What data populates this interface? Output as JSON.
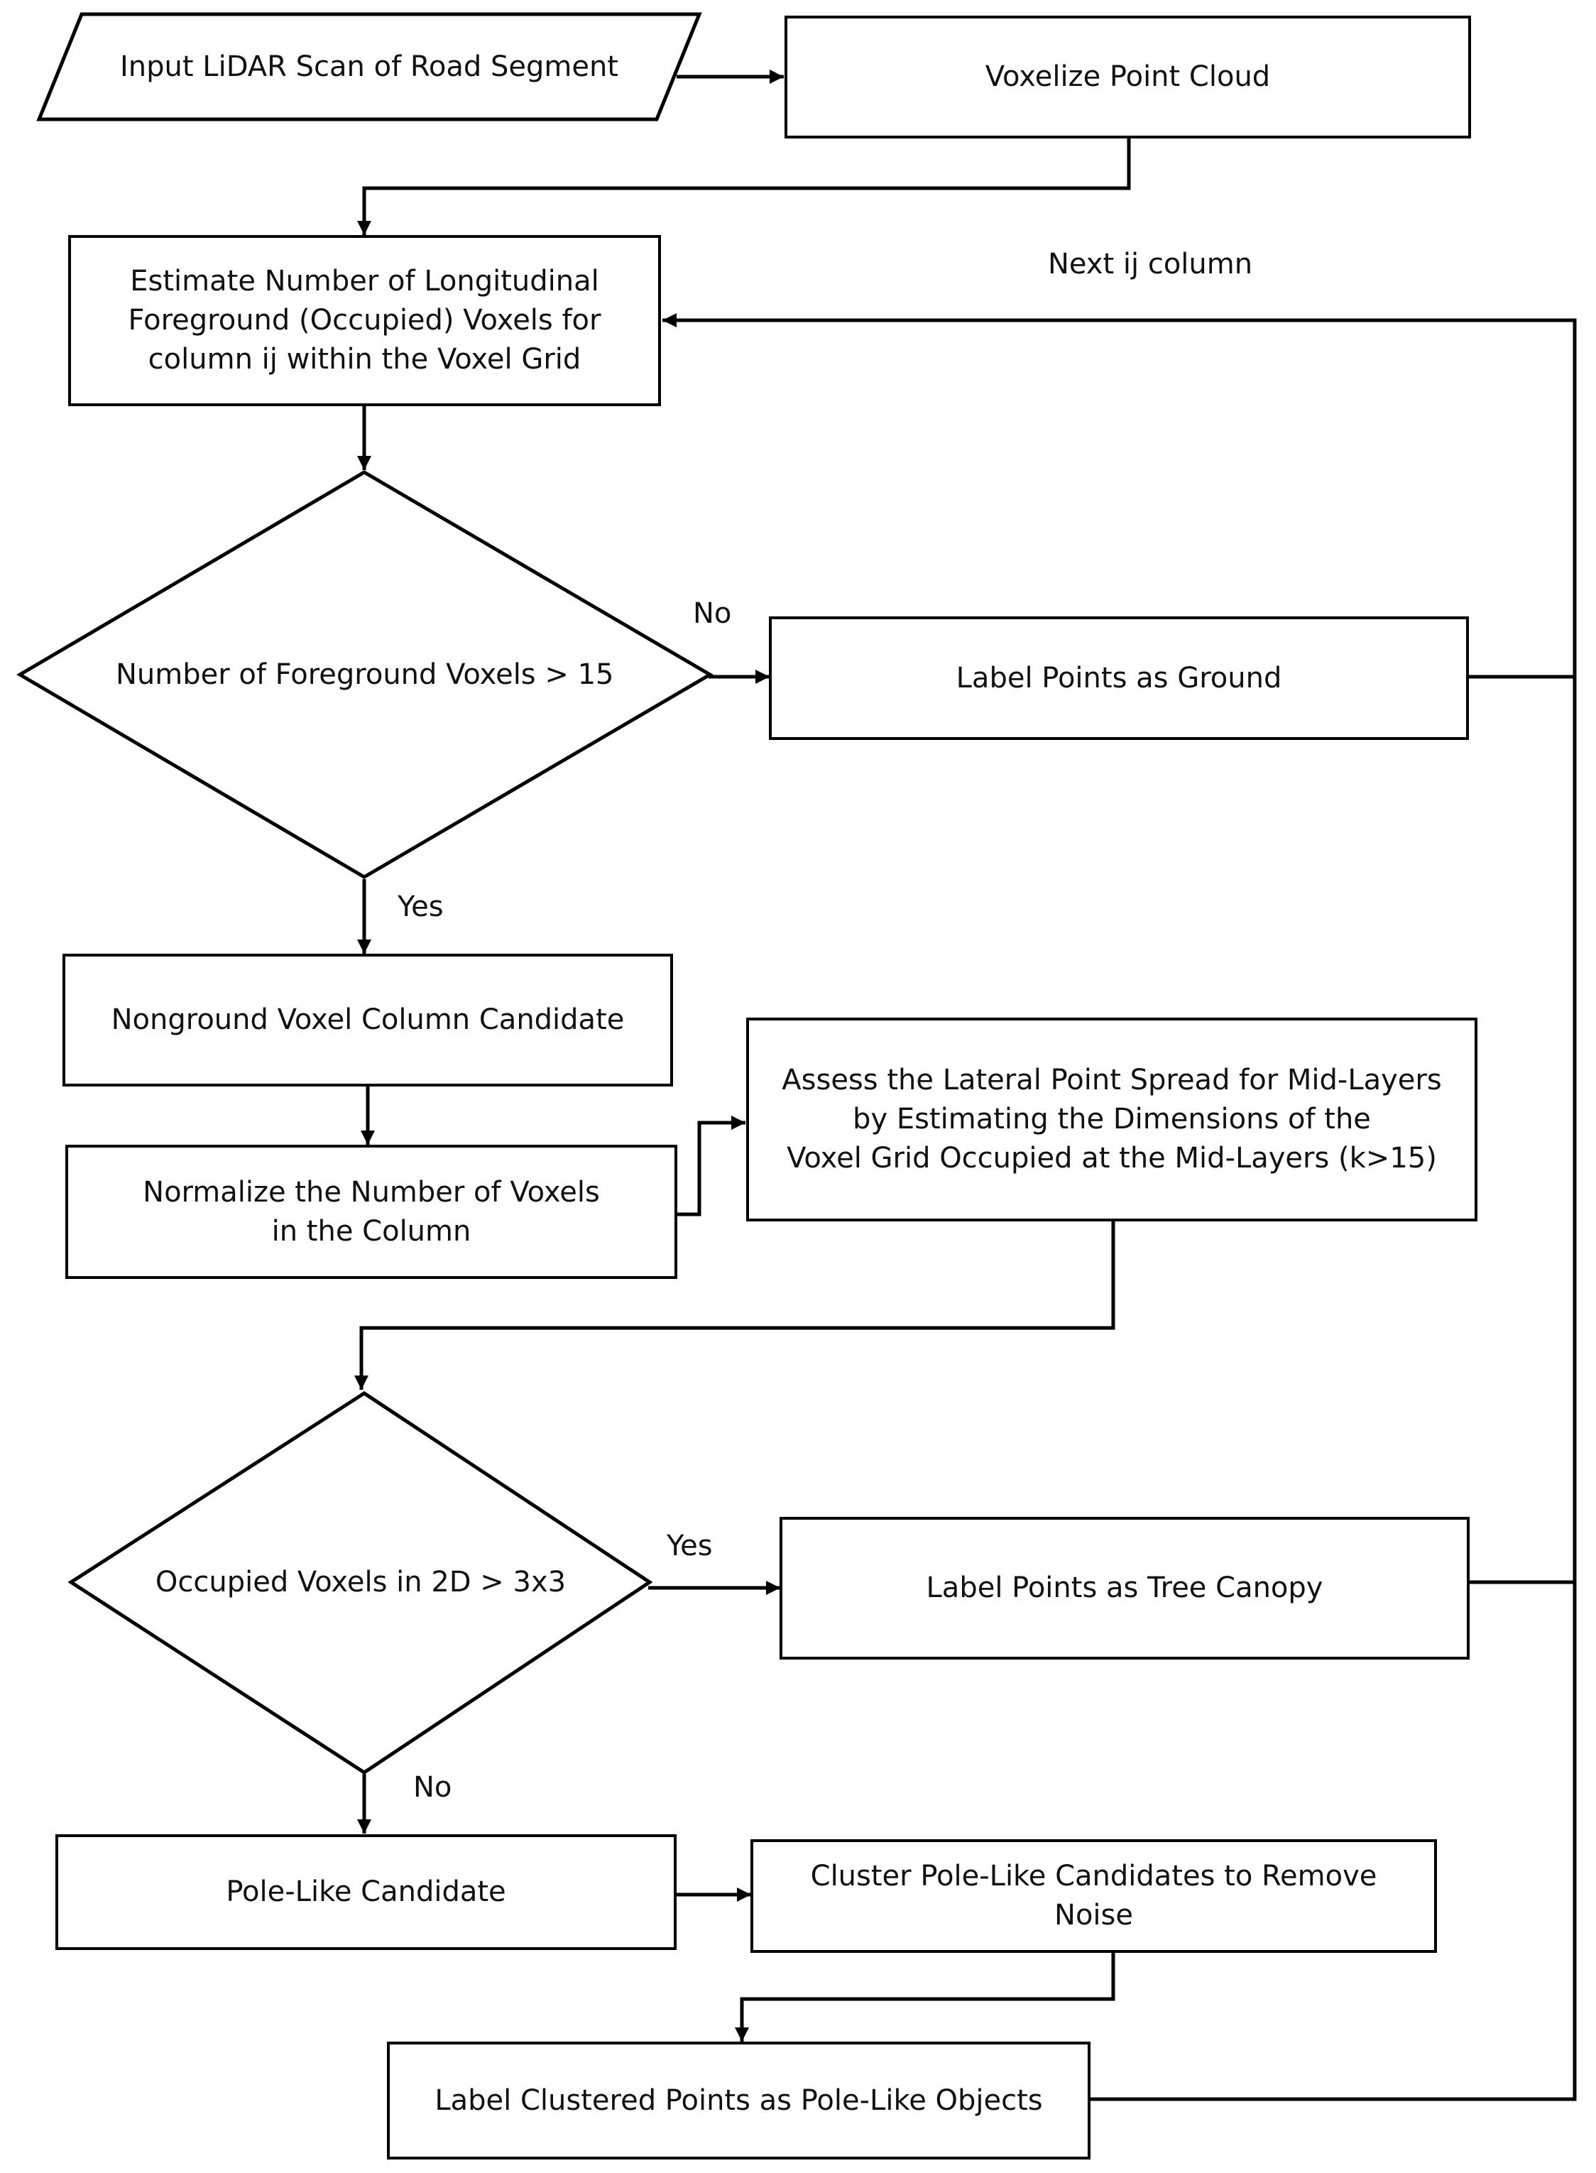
{
  "nodes": {
    "input": "Input LiDAR Scan of Road Segment",
    "voxelize": "Voxelize Point Cloud",
    "estimate": "Estimate Number of Longitudinal\nForeground (Occupied) Voxels for\ncolumn ij within the Voxel Grid",
    "decision1": "Number of Foreground Voxels > 15",
    "ground": "Label Points as Ground",
    "nonground": "Nonground Voxel Column Candidate",
    "normalize": "Normalize the Number of Voxels\nin the Column",
    "assess": "Assess the Lateral Point Spread for Mid-Layers\nby Estimating the Dimensions of the\nVoxel Grid Occupied at the Mid-Layers (k>15)",
    "decision2": "Occupied Voxels in 2D > 3x3",
    "canopy": "Label Points as Tree Canopy",
    "pole": "Pole-Like Candidate",
    "cluster": "Cluster Pole-Like Candidates to Remove Noise",
    "labelpole": "Label Clustered Points as Pole-Like Objects"
  },
  "edge_labels": {
    "next": "Next ij column",
    "d1_no": "No",
    "d1_yes": "Yes",
    "d2_yes": "Yes",
    "d2_no": "No"
  }
}
